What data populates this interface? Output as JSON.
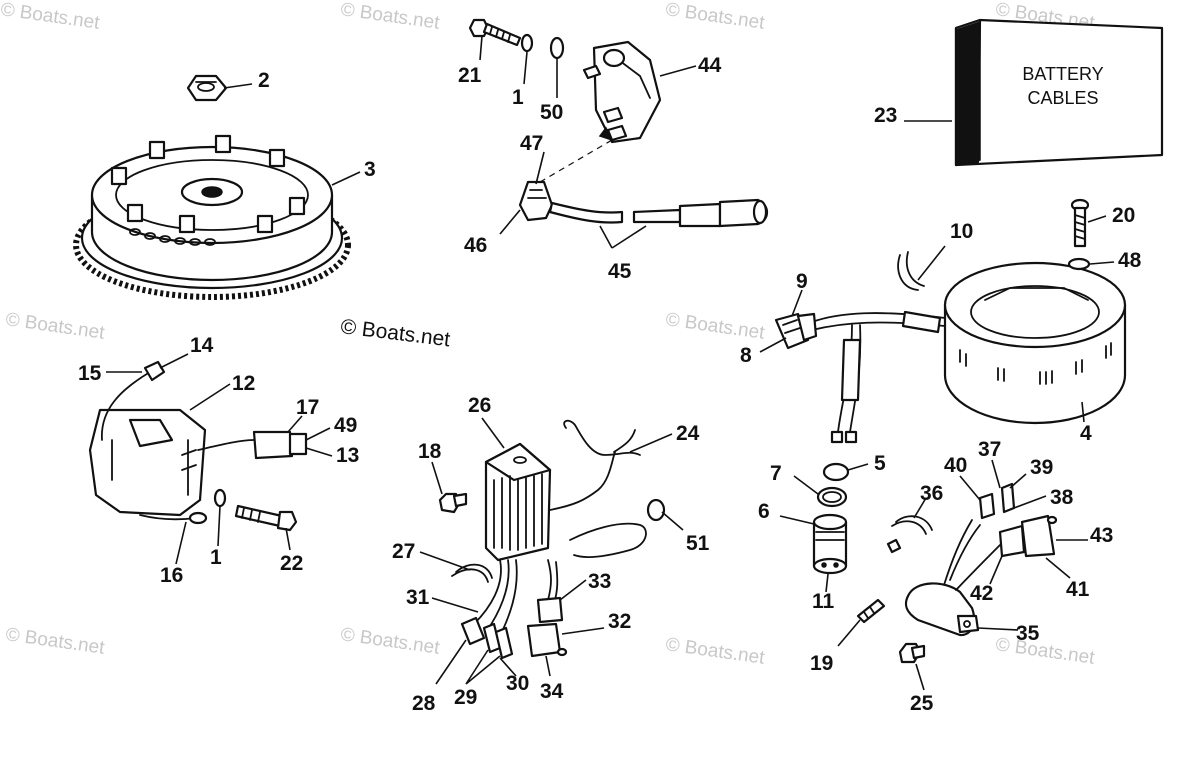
{
  "copyright": "© Boats.net",
  "watermark": "© Boats.net",
  "battery_box": {
    "line1": "BATTERY",
    "line2": "CABLES"
  },
  "callouts": [
    "2",
    "3",
    "21",
    "1",
    "50",
    "44",
    "47",
    "46",
    "45",
    "23",
    "10",
    "20",
    "48",
    "9",
    "8",
    "4",
    "14",
    "15",
    "12",
    "17",
    "49",
    "13",
    "16",
    "1",
    "22",
    "26",
    "24",
    "18",
    "51",
    "27",
    "31",
    "33",
    "32",
    "28",
    "29",
    "30",
    "34",
    "7",
    "5",
    "6",
    "11",
    "40",
    "37",
    "39",
    "38",
    "36",
    "43",
    "41",
    "42",
    "19",
    "35",
    "25"
  ]
}
